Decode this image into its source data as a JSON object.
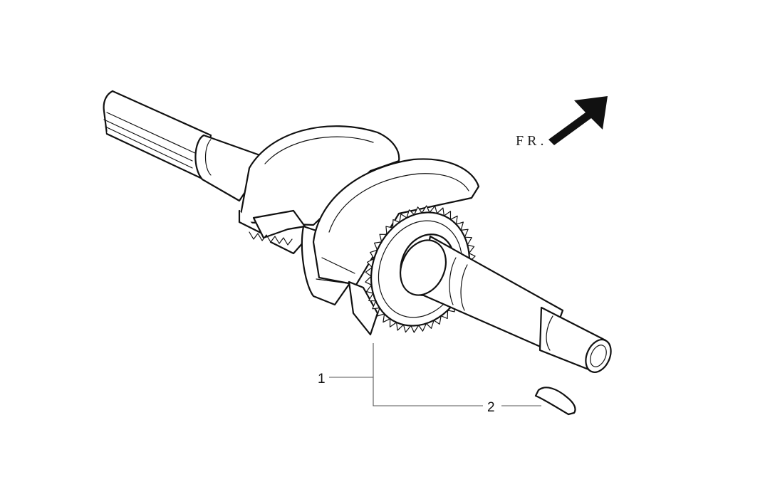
{
  "orientation": {
    "label": "FR.",
    "arrow_icon": "arrow-up-right-icon"
  },
  "callouts": [
    {
      "number": "1",
      "part": "crankshaft"
    },
    {
      "number": "2",
      "part": "woodruff-key"
    }
  ],
  "colors": {
    "ink": "#111111",
    "leader": "#555555",
    "background": "#ffffff"
  }
}
